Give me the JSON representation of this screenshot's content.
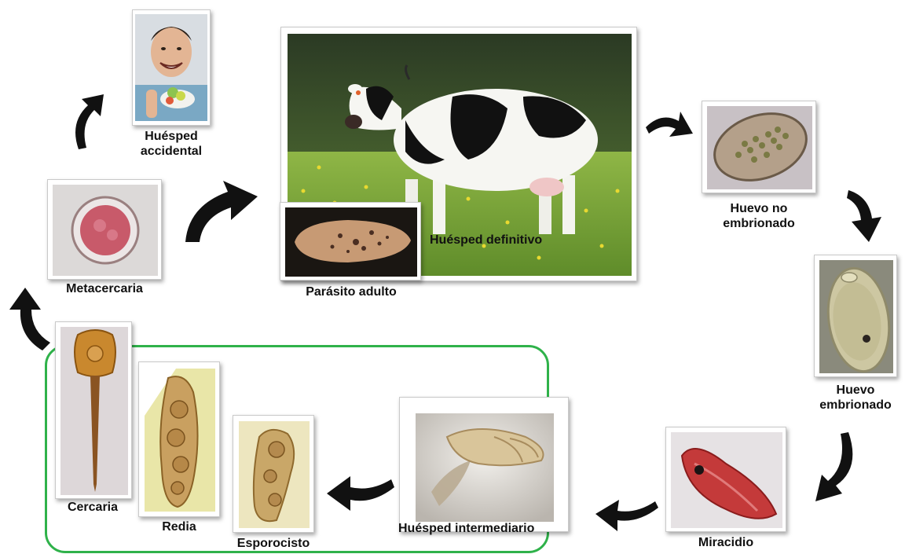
{
  "stages": {
    "accidental_host": "Huésped\naccidental",
    "definitive_host": "Huésped definitivo",
    "adult_parasite": "Parásito adulto",
    "unembryonated_egg": "Huevo no\nembrionado",
    "embryonated_egg": "Huevo\nembrionado",
    "miracidium": "Miracidio",
    "intermediate_host": "Huésped intermediario",
    "sporocyst": "Esporocisto",
    "redia": "Redia",
    "cercaria": "Cercaria",
    "metacercaria": "Metacercaria"
  },
  "colors": {
    "arrow": "#111111",
    "group_border": "#2fb24a",
    "frame_border": "#c9c9c9"
  },
  "icons": {
    "arrow": "curved-arrow-icon"
  }
}
